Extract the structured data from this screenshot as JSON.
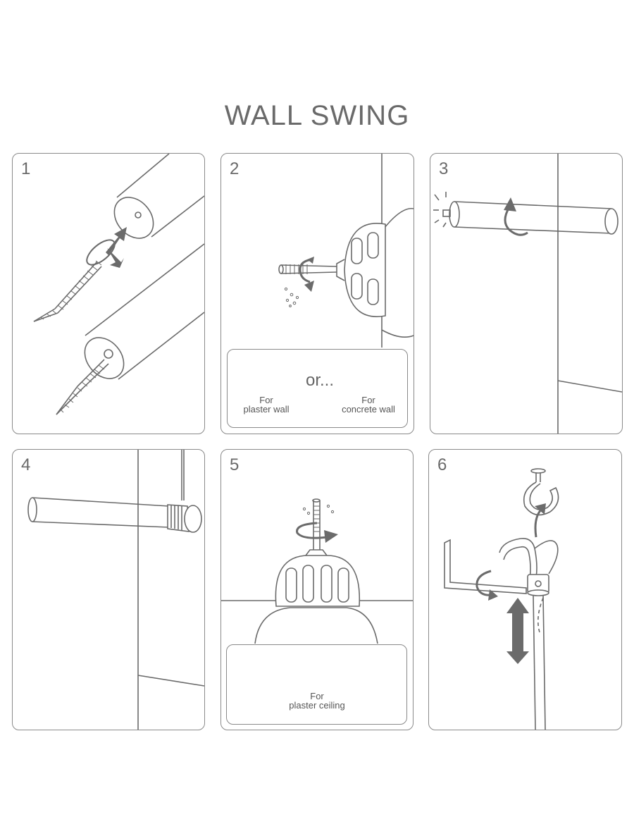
{
  "title": "WALL SWING",
  "steps": [
    {
      "number": "1"
    },
    {
      "number": "2",
      "inset": {
        "left_caption_line1": "For",
        "left_caption_line2": "plaster wall",
        "or_text": "or...",
        "right_caption_line1": "For",
        "right_caption_line2": "concrete wall"
      }
    },
    {
      "number": "3"
    },
    {
      "number": "4"
    },
    {
      "number": "5",
      "inset": {
        "caption_line1": "For",
        "caption_line2": "plaster ceiling"
      }
    },
    {
      "number": "6"
    }
  ],
  "colors": {
    "line": "#6a6a6a",
    "frame": "#8a8a8a",
    "arrow": "#6b6b6b",
    "text": "#555555"
  }
}
